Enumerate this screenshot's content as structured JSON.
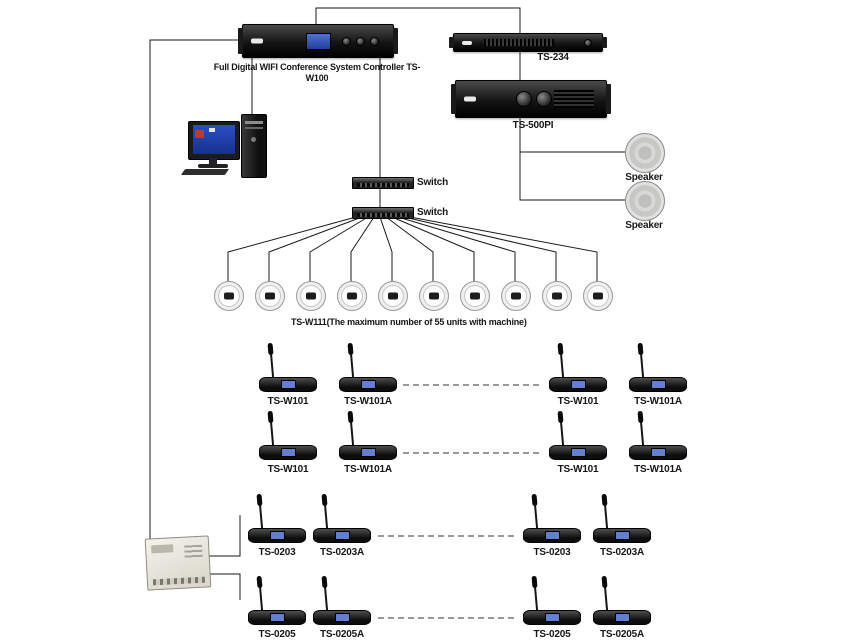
{
  "controller": {
    "label": "Full Digital WIFI Conference System Controller TS-W100"
  },
  "rack_ts234": {
    "label": "TS-234"
  },
  "amp_ts500pi": {
    "label": "TS-500PI"
  },
  "speakers": [
    {
      "label": "Speaker"
    },
    {
      "label": "Speaker"
    }
  ],
  "switches": [
    {
      "label": "Switch"
    },
    {
      "label": "Switch"
    }
  ],
  "ceiling_units": {
    "count": 10,
    "caption": "TS-W111(The maximum number of 55 units with machine)"
  },
  "mic_rows": [
    {
      "items": [
        "TS-W101",
        "TS-W101A",
        "TS-W101",
        "TS-W101A"
      ]
    },
    {
      "items": [
        "TS-W101",
        "TS-W101A",
        "TS-W101",
        "TS-W101A"
      ]
    },
    {
      "items": [
        "TS-0203",
        "TS-0203A",
        "TS-0203",
        "TS-0203A"
      ]
    },
    {
      "items": [
        "TS-0205",
        "TS-0205A",
        "TS-0205",
        "TS-0205A"
      ]
    }
  ],
  "colors": {
    "wire": "#1a1a1a",
    "device_body": "#141414",
    "screen_blue": "#637fd2",
    "background": "#ffffff"
  }
}
